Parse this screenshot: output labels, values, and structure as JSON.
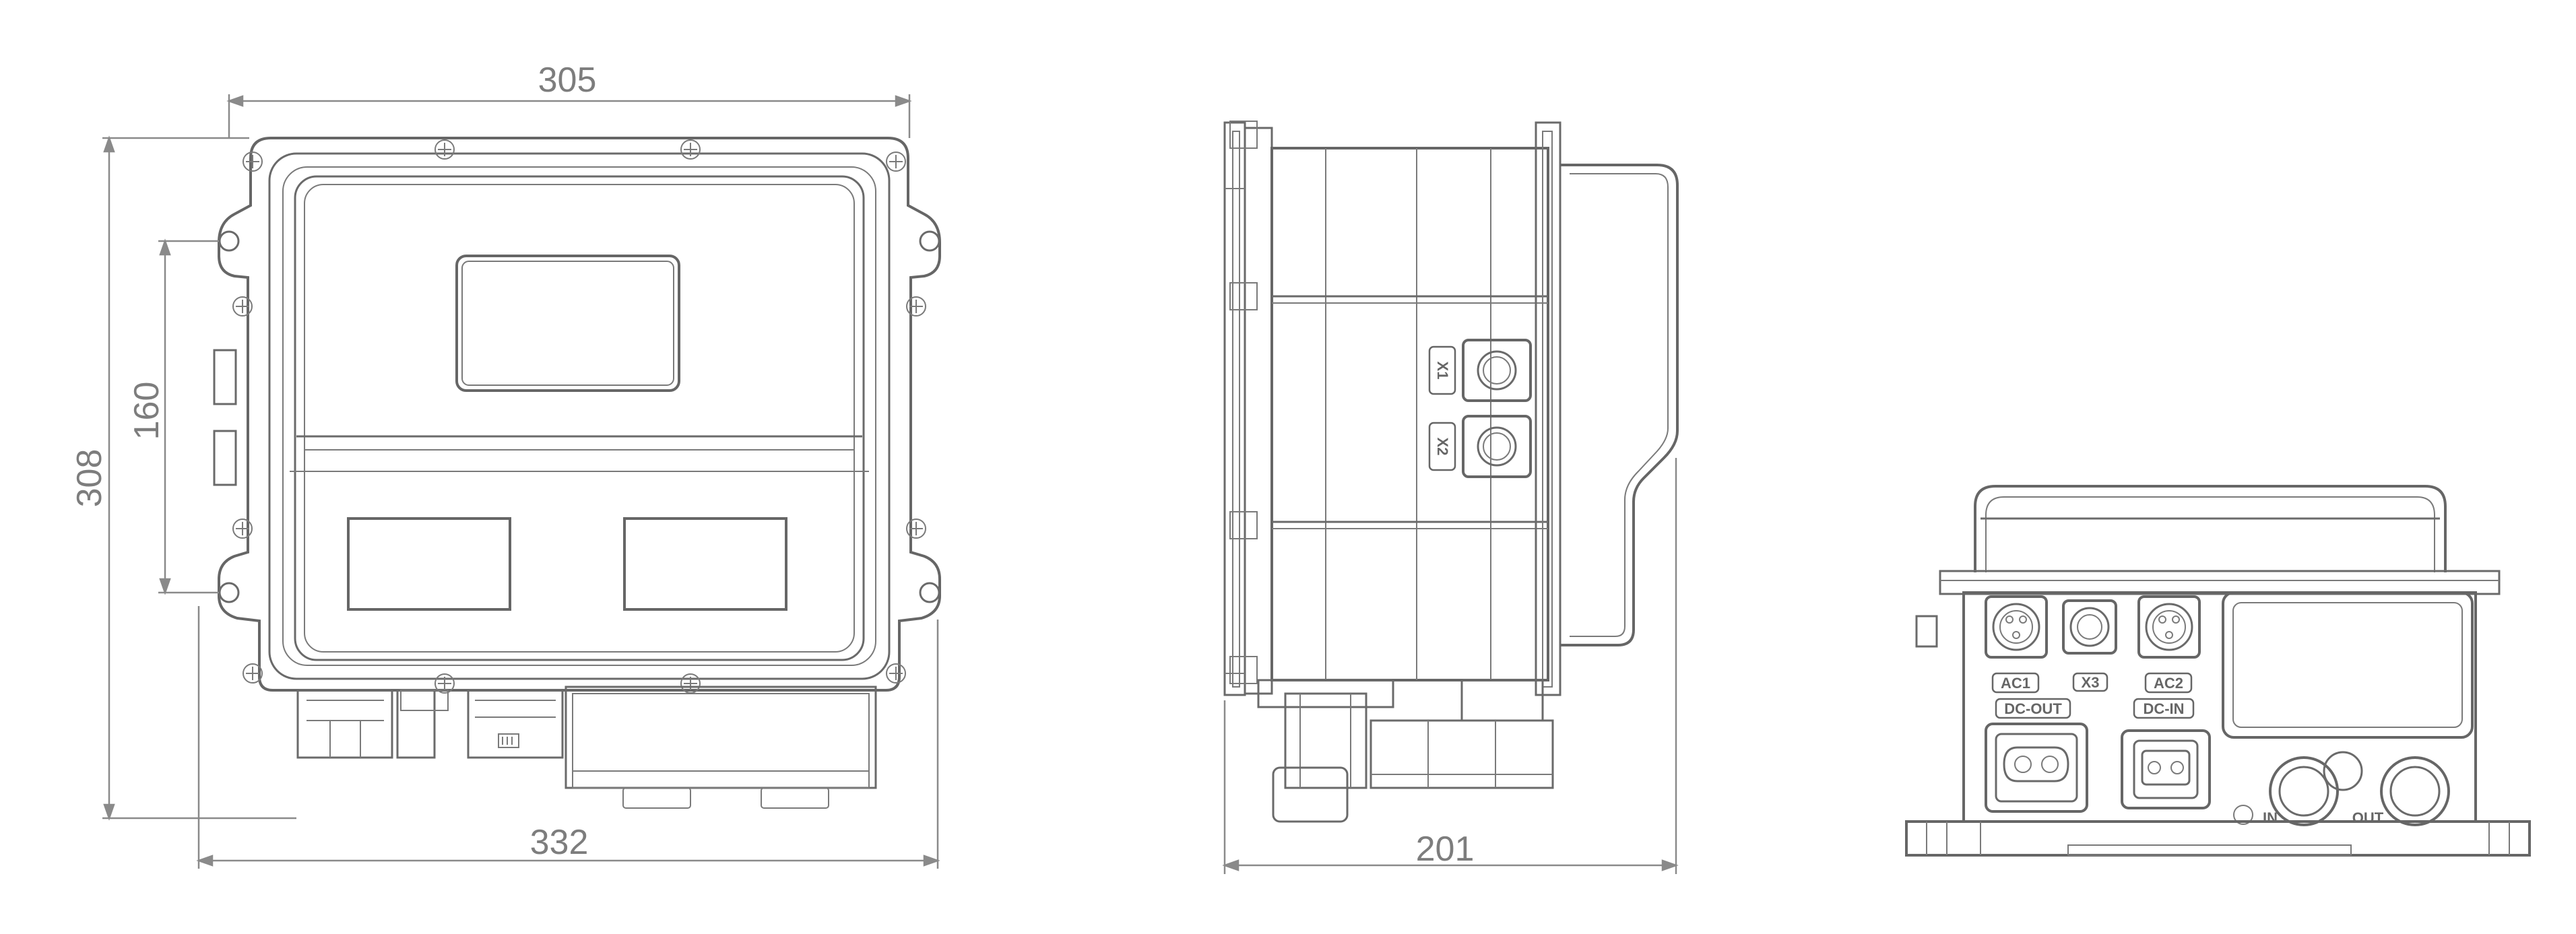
{
  "dimensions": {
    "front_top_width": "305",
    "front_bottom_width": "332",
    "front_height": "308",
    "front_mount_spacing": "160",
    "side_depth": "201"
  },
  "connector_labels": {
    "x1": "X1",
    "x2": "X2",
    "ac1": "AC1",
    "x3": "X3",
    "ac2": "AC2",
    "dc_out": "DC-OUT",
    "dc_in": "DC-IN",
    "in": "IN",
    "out": "OUT"
  },
  "colors": {
    "line": "#6a6a6a",
    "dimension_text": "#7d7d7d",
    "background": "#ffffff"
  }
}
